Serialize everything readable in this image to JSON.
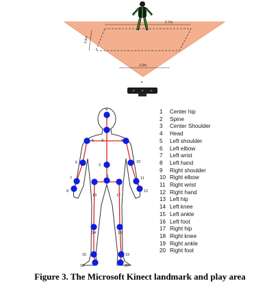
{
  "play_area": {
    "width_top": "2.7m",
    "depth": "3.8m",
    "width_bottom": "2.0m"
  },
  "landmarks": [
    {
      "id": "1",
      "name": "Center hip"
    },
    {
      "id": "2",
      "name": "Spine"
    },
    {
      "id": "3",
      "name": "Center Shoulder"
    },
    {
      "id": "4",
      "name": "Head"
    },
    {
      "id": "5",
      "name": "Left shoulder"
    },
    {
      "id": "6",
      "name": "Left elbow"
    },
    {
      "id": "7",
      "name": "Left wrist"
    },
    {
      "id": "8",
      "name": "Left hand"
    },
    {
      "id": "9",
      "name": "Right shoulder"
    },
    {
      "id": "10",
      "name": "Right elbow"
    },
    {
      "id": "11",
      "name": "Right wrist"
    },
    {
      "id": "12",
      "name": "Right hand"
    },
    {
      "id": "13",
      "name": "Left hip"
    },
    {
      "id": "14",
      "name": "Left knee"
    },
    {
      "id": "15",
      "name": "Left ankle"
    },
    {
      "id": "16",
      "name": "Left foot"
    },
    {
      "id": "17",
      "name": "Right hip"
    },
    {
      "id": "18",
      "name": "Right knee"
    },
    {
      "id": "19",
      "name": "Right ankle"
    },
    {
      "id": "20",
      "name": "Right foot"
    }
  ],
  "caption": "Figure 3. The Microsoft Kinect landmark and play area",
  "colors": {
    "play_area_fill": "#f4b08e",
    "joint": "#0d1ee0",
    "bone": "#e0201a"
  }
}
